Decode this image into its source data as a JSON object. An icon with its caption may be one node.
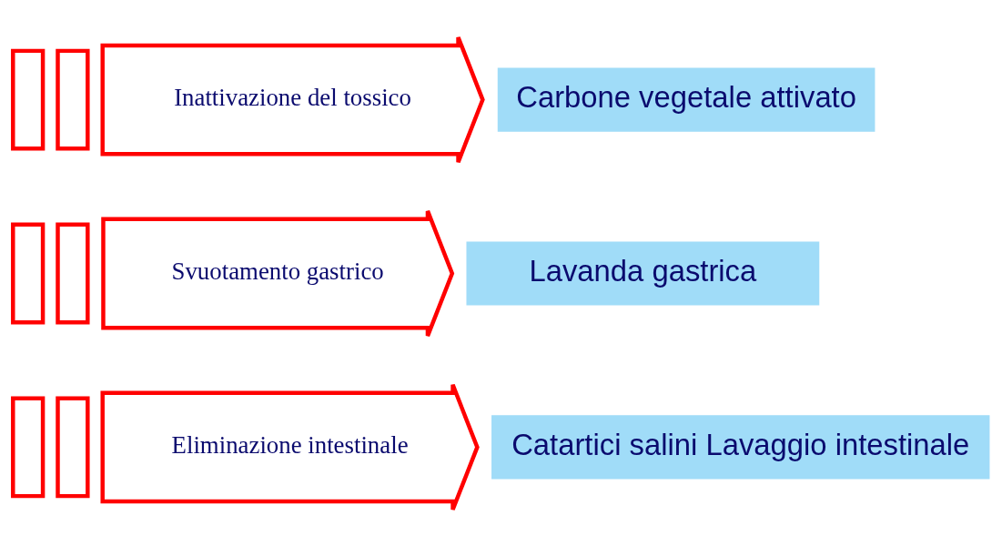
{
  "diagram": {
    "nodes": [
      {
        "text": [],
        "shape": "bar"
      },
      {
        "text": [],
        "shape": "bar"
      },
      {
        "text": [
          "Inattivazione del tossico"
        ]
      },
      {
        "text": [
          "Carbone vegetale attivato"
        ]
      },
      {
        "text": [],
        "shape": "bar"
      },
      {
        "text": [],
        "shape": "bar"
      },
      {
        "text": [
          "Svuotamento gastrico"
        ]
      },
      {
        "text": [
          "Lavanda gastrica"
        ]
      },
      {
        "text": [],
        "shape": "bar"
      },
      {
        "text": [],
        "shape": "bar"
      },
      {
        "text": [
          "Eliminazione intestinale"
        ]
      },
      {
        "text": [
          "Catartici salini Lavaggio intestinale"
        ]
      }
    ]
  }
}
